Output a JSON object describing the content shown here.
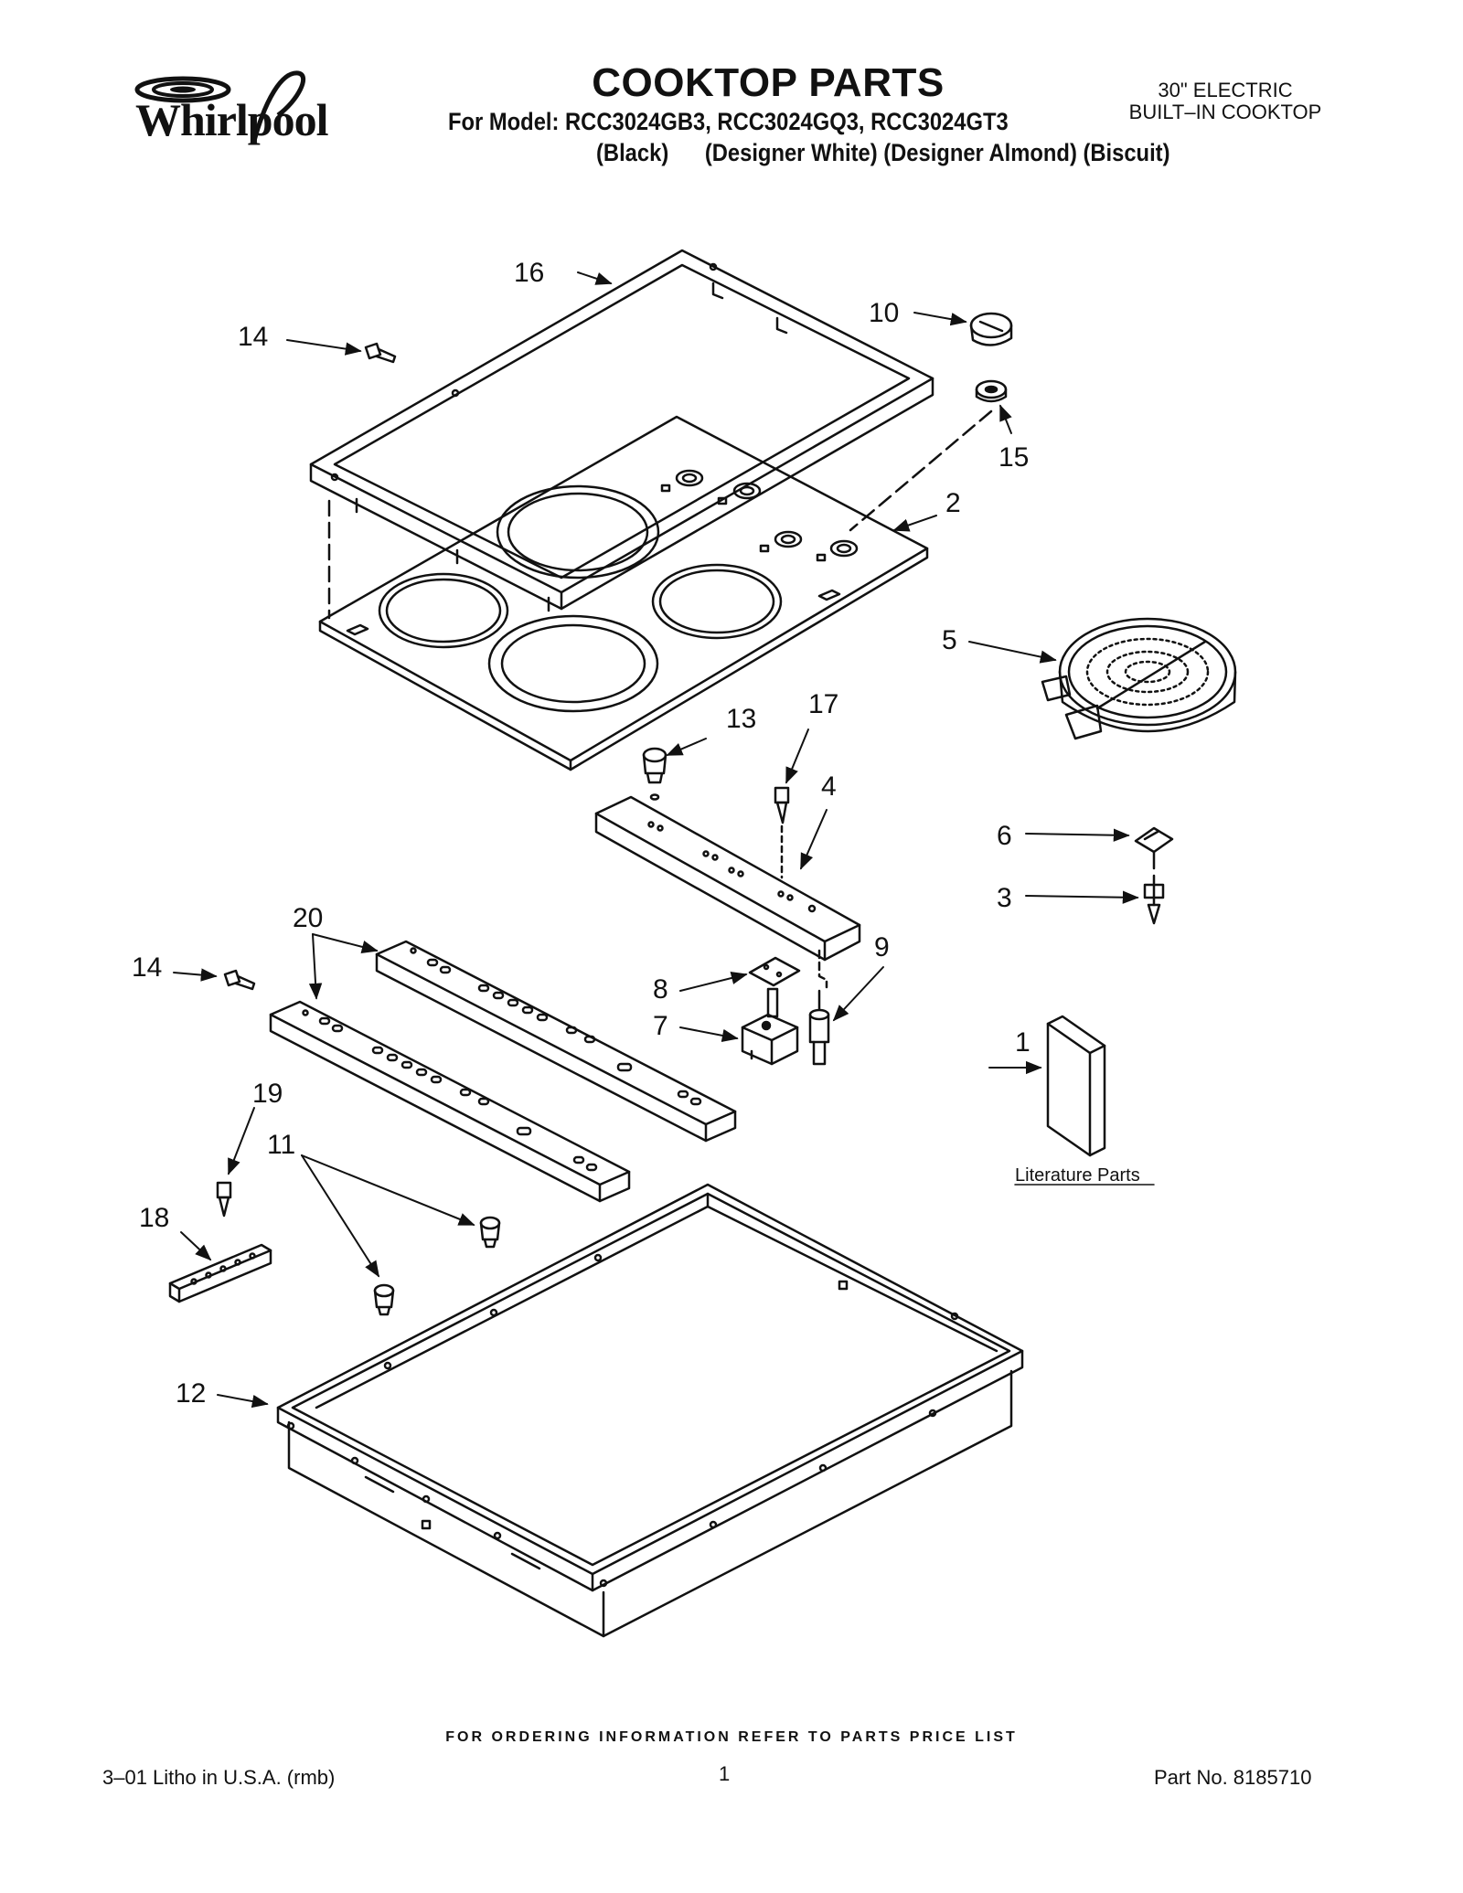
{
  "brand": {
    "name": "Whirlpool"
  },
  "header": {
    "title": "COOKTOP PARTS",
    "model_line": "For Model: RCC3024GB3, RCC3024GQ3, RCC3024GT3",
    "color_line": "(Black)      (Designer White) (Designer Almond) (Biscuit)",
    "type_line_1": "30\" ELECTRIC",
    "type_line_2": "BUILT–IN COOKTOP"
  },
  "diagram": {
    "callouts": {
      "c1": "1",
      "c2": "2",
      "c3": "3",
      "c4": "4",
      "c5": "5",
      "c6": "6",
      "c7": "7",
      "c8": "8",
      "c9": "9",
      "c10": "10",
      "c11": "11",
      "c12": "12",
      "c13": "13",
      "c14a": "14",
      "c14b": "14",
      "c15": "15",
      "c16": "16",
      "c17": "17",
      "c18": "18",
      "c19": "19",
      "c20": "20"
    },
    "literature_label": "Literature Parts"
  },
  "footer": {
    "ordering_note": "FOR ORDERING INFORMATION REFER TO PARTS PRICE LIST",
    "print_info": "3–01 Litho in U.S.A. (rmb)",
    "page_number": "1",
    "part_number": "Part No. 8185710"
  },
  "colors": {
    "ink": "#111111",
    "paper": "#ffffff"
  }
}
